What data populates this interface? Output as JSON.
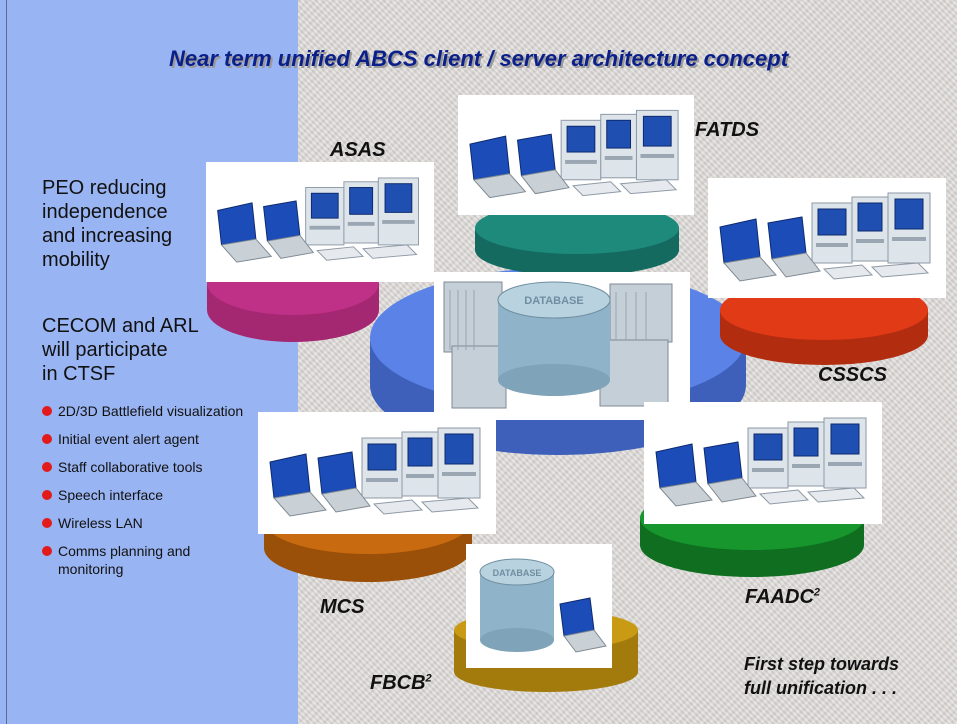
{
  "title": "Near term unified ABCS client / server architecture concept",
  "left_panel": {
    "para1": [
      "PEO reducing",
      "independence",
      "and increasing",
      "mobility"
    ],
    "para2": [
      "CECOM and ARL",
      "will participate",
      "in CTSF"
    ],
    "bullets": [
      "2D/3D Battlefield visualization",
      "Initial event alert agent",
      "Staff collaborative tools",
      "Speech interface",
      "Wireless LAN",
      "Comms planning and monitoring"
    ]
  },
  "nodes": {
    "asas": "ASAS",
    "fatds": "FATDS",
    "csscs": "CSSCS",
    "faadc": "FAADC",
    "faadc_sup": "2",
    "mcs": "MCS",
    "fbcb": "FBCB",
    "fbcb_sup": "2"
  },
  "center_label": "DATABASE",
  "small_db_label": "DATABASE",
  "footer": [
    "First step towards",
    "full unification . . ."
  ],
  "colors": {
    "panel": "#99b4f2",
    "title": "#0b1f8a",
    "center_disk": "#5b82e6",
    "asas_disk": "#bf3187",
    "fatds_disk": "#1d8a7c",
    "csscs_disk": "#e03a16",
    "faadc_disk": "#18962e",
    "mcs_disk": "#c76a10",
    "fbcb_disk": "#c99a14",
    "bullet": "#e31a1a"
  }
}
